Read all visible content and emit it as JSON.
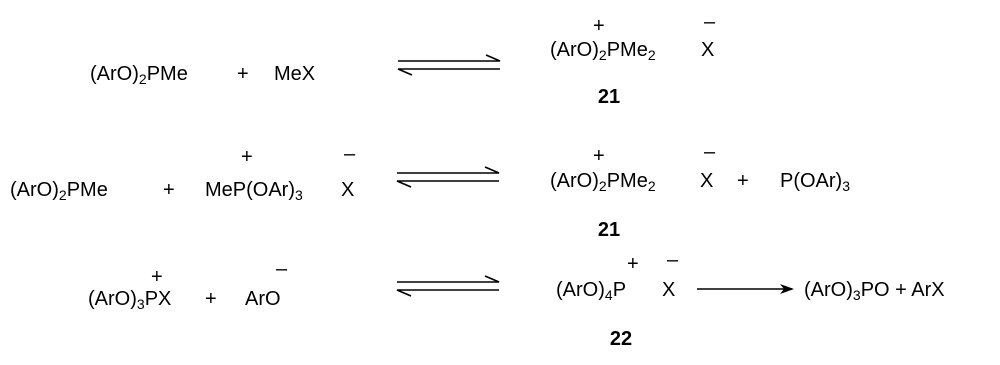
{
  "reactions": [
    {
      "reactant_1": "(ArO)2PMe",
      "plus_1": "+",
      "reactant_2": "MeX",
      "arrow": "equilibrium",
      "product_cation": "(ArO)2PMe2",
      "product_anion": "X",
      "product_label": "21"
    },
    {
      "reactant_1": "(ArO)2PMe",
      "plus_1": "+",
      "reactant_2_cation": "MeP(OAr)3",
      "reactant_2_anion": "X",
      "arrow": "equilibrium",
      "product_cation": "(ArO)2PMe2",
      "product_anion": "X",
      "plus_2": "+",
      "product_2": "P(OAr)3",
      "product_label": "21"
    },
    {
      "reactant_1": "(ArO)3PX",
      "plus_1": "+",
      "reactant_2": "ArO",
      "arrow": "equilibrium",
      "product_cation": "(ArO)4P",
      "product_anion": "X",
      "product_label": "22",
      "second_arrow": "forward",
      "final_products": "(ArO)3PO + ArX"
    }
  ],
  "charges": {
    "positive": "+",
    "negative": "–"
  }
}
